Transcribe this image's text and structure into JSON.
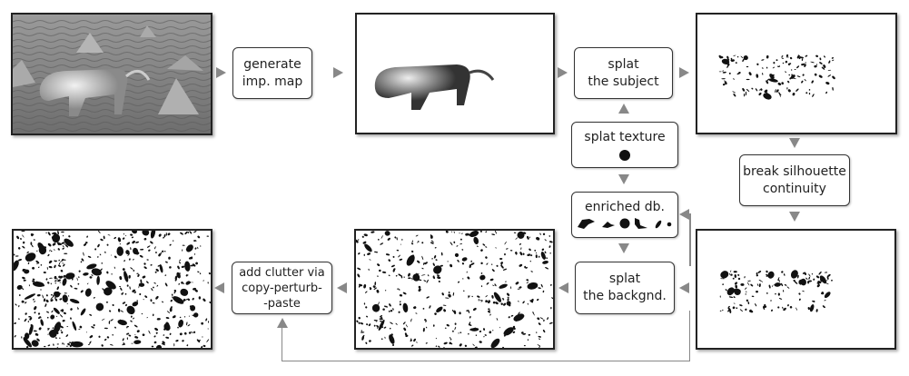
{
  "steps": {
    "generate": [
      "generate",
      "imp. map"
    ],
    "splat_subject": [
      "splat",
      "the subject"
    ],
    "splat_texture": "splat texture",
    "break_silhouette": [
      "break silhouette",
      "continuity"
    ],
    "enriched_db": "enriched db.",
    "splat_background": [
      "splat",
      "the backgnd."
    ],
    "add_clutter": [
      "add clutter via",
      "copy-perturb-",
      "-paste"
    ]
  },
  "colors": {
    "arrow": "#888888",
    "border": "#222222"
  }
}
